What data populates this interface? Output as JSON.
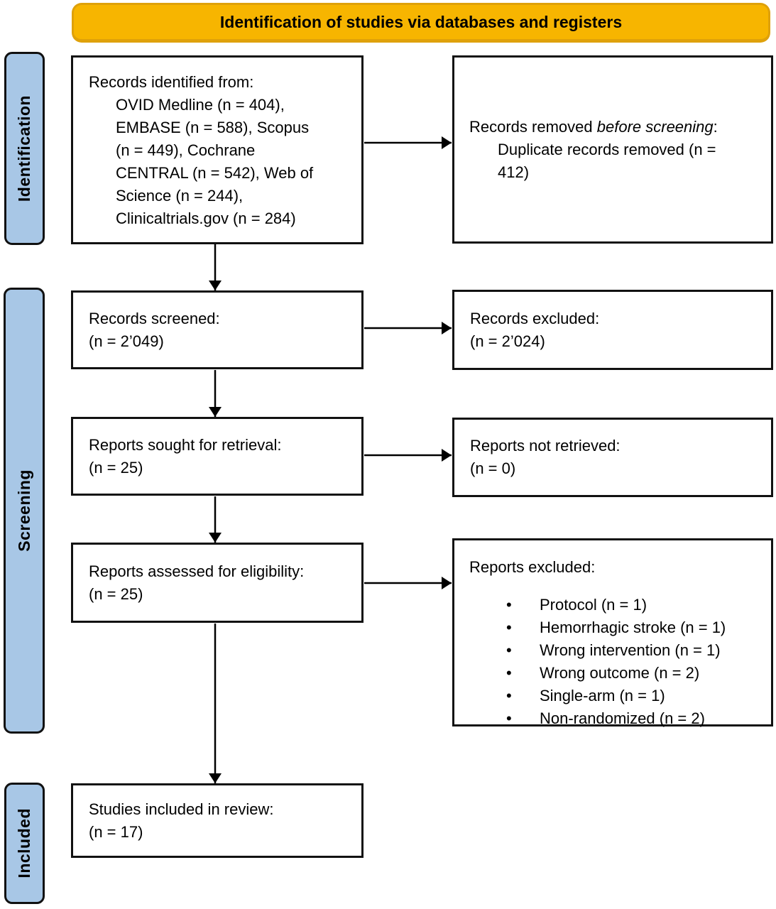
{
  "banner": {
    "title": "Identification of studies via databases and registers"
  },
  "sidebar": {
    "items": [
      {
        "label": "Identification"
      },
      {
        "label": "Screening"
      },
      {
        "label": "Included"
      }
    ]
  },
  "boxes": {
    "identified": {
      "title": "Records identified from:",
      "source_lines": [
        "OVID Medline (n = 404),",
        "EMBASE (n = 588), Scopus",
        "(n = 449), Cochrane",
        "CENTRAL (n = 542), Web of",
        "Science (n = 244),",
        "Clinicaltrials.gov (n = 284)"
      ]
    },
    "removed": {
      "title_prefix": "Records removed ",
      "title_italic": "before screening",
      "title_suffix": ":",
      "detail_lines": [
        "Duplicate records removed (n =",
        "412)"
      ]
    },
    "screened": {
      "label": "Records screened:",
      "count": "(n = 2’049)"
    },
    "records_excluded": {
      "label": "Records excluded:",
      "count": "(n = 2’024)"
    },
    "sought": {
      "label": "Reports sought for retrieval:",
      "count": "(n = 25)"
    },
    "not_retrieved": {
      "label": "Reports not retrieved:",
      "count": "(n = 0)"
    },
    "assessed": {
      "label": "Reports assessed for eligibility:",
      "count": "(n = 25)"
    },
    "reports_excluded": {
      "title": "Reports excluded:",
      "bullet": "•",
      "reasons": [
        "Protocol (n = 1)",
        "Hemorrhagic stroke (n = 1)",
        "Wrong intervention (n = 1)",
        "Wrong outcome (n = 2)",
        "Single-arm (n = 1)",
        "Non-randomized (n = 2)"
      ]
    },
    "included": {
      "label": "Studies included in review:",
      "count": "(n = 17)"
    }
  },
  "colors": {
    "banner_fill": "#F7B500",
    "banner_border": "#DFA10A",
    "stage_fill": "#A8C7E6",
    "stage_border": "#111111",
    "box_border": "#111111",
    "arrow": "#000000"
  }
}
